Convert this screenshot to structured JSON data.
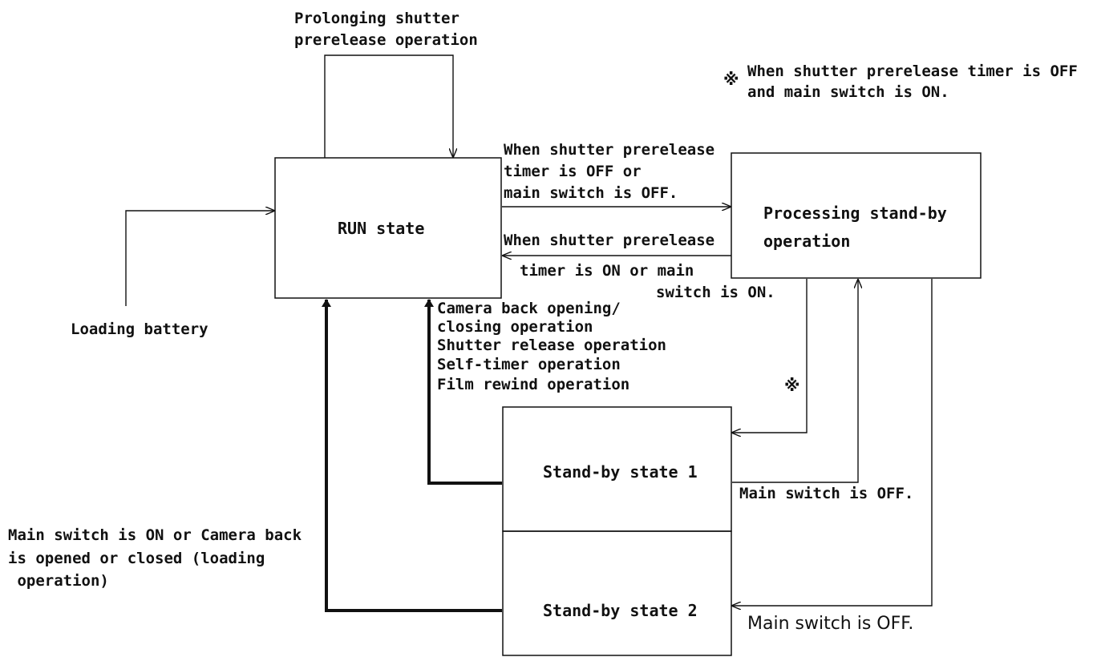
{
  "nodes": {
    "run": "RUN state",
    "processing": [
      "Processing stand-by",
      "operation"
    ],
    "standby1": "Stand-by state 1",
    "standby2": "Stand-by state 2"
  },
  "labels": {
    "prolonging": [
      "Prolonging shutter",
      "prerelease operation"
    ],
    "note_mark": "※",
    "note": [
      "When shutter prerelease timer is OFF",
      "and main switch is ON."
    ],
    "to_processing": [
      "When shutter prerelease",
      "timer is OFF or",
      "main switch is OFF."
    ],
    "to_run_a": "When shutter prerelease",
    "to_run_b": [
      "timer is ON or main",
      "switch is ON."
    ],
    "loading_battery": "Loading battery",
    "operations": [
      "Camera back opening/",
      "closing operation",
      "Shutter release operation",
      "Self-timer operation",
      "Film rewind operation"
    ],
    "mark_processing_to_sb1": "※",
    "sb1_main_off": "Main switch is OFF.",
    "sb2_main_off": "Main switch is OFF.",
    "main_on": [
      "Main switch is ON or Camera back",
      "is opened or closed (loading",
      " operation)"
    ]
  }
}
